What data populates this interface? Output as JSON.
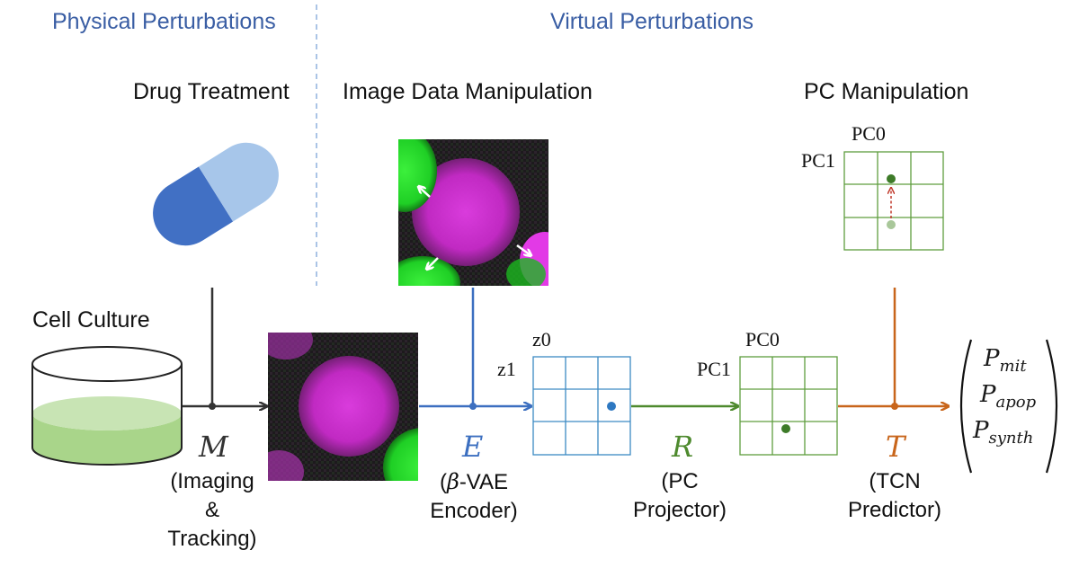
{
  "sections": {
    "physical": "Physical Perturbations",
    "virtual": "Virtual Perturbations"
  },
  "headings": {
    "drug": "Drug Treatment",
    "image": "Image Data Manipulation",
    "pc": "PC Manipulation",
    "culture": "Cell Culture"
  },
  "stages": {
    "m": {
      "symbol": "M",
      "desc": [
        "(Imaging",
        "&",
        "Tracking)"
      ]
    },
    "e": {
      "symbol": "E",
      "desc_prefix": "(",
      "desc_beta": "β",
      "desc_rest": "-VAE",
      "desc2": "Encoder)"
    },
    "r": {
      "symbol": "R",
      "desc": [
        "(PC",
        "Projector)"
      ]
    },
    "t": {
      "symbol": "T",
      "desc": [
        "(TCN",
        "Predictor)"
      ]
    }
  },
  "grids": {
    "latent": {
      "x_axis": "z0",
      "y_axis": "z1"
    },
    "pc": {
      "x_axis": "PC0",
      "y_axis": "PC1"
    },
    "pc_manip": {
      "x_axis": "PC0",
      "y_axis": "PC1"
    }
  },
  "outputs": {
    "mit": {
      "base": "P",
      "sub": "mit"
    },
    "apop": {
      "base": "P",
      "sub": "apop"
    },
    "synth": {
      "base": "P",
      "sub": "synth"
    }
  },
  "colors": {
    "section_blue": "#3a5ea4",
    "encoder_blue": "#3c6fc0",
    "projector_green": "#4e8a2e",
    "predictor_orange": "#c8651b",
    "imaging_gray": "#333333",
    "pill_dark": "#4170c4",
    "pill_light": "#a7c6ea",
    "culture_green": "#a9d58a"
  }
}
